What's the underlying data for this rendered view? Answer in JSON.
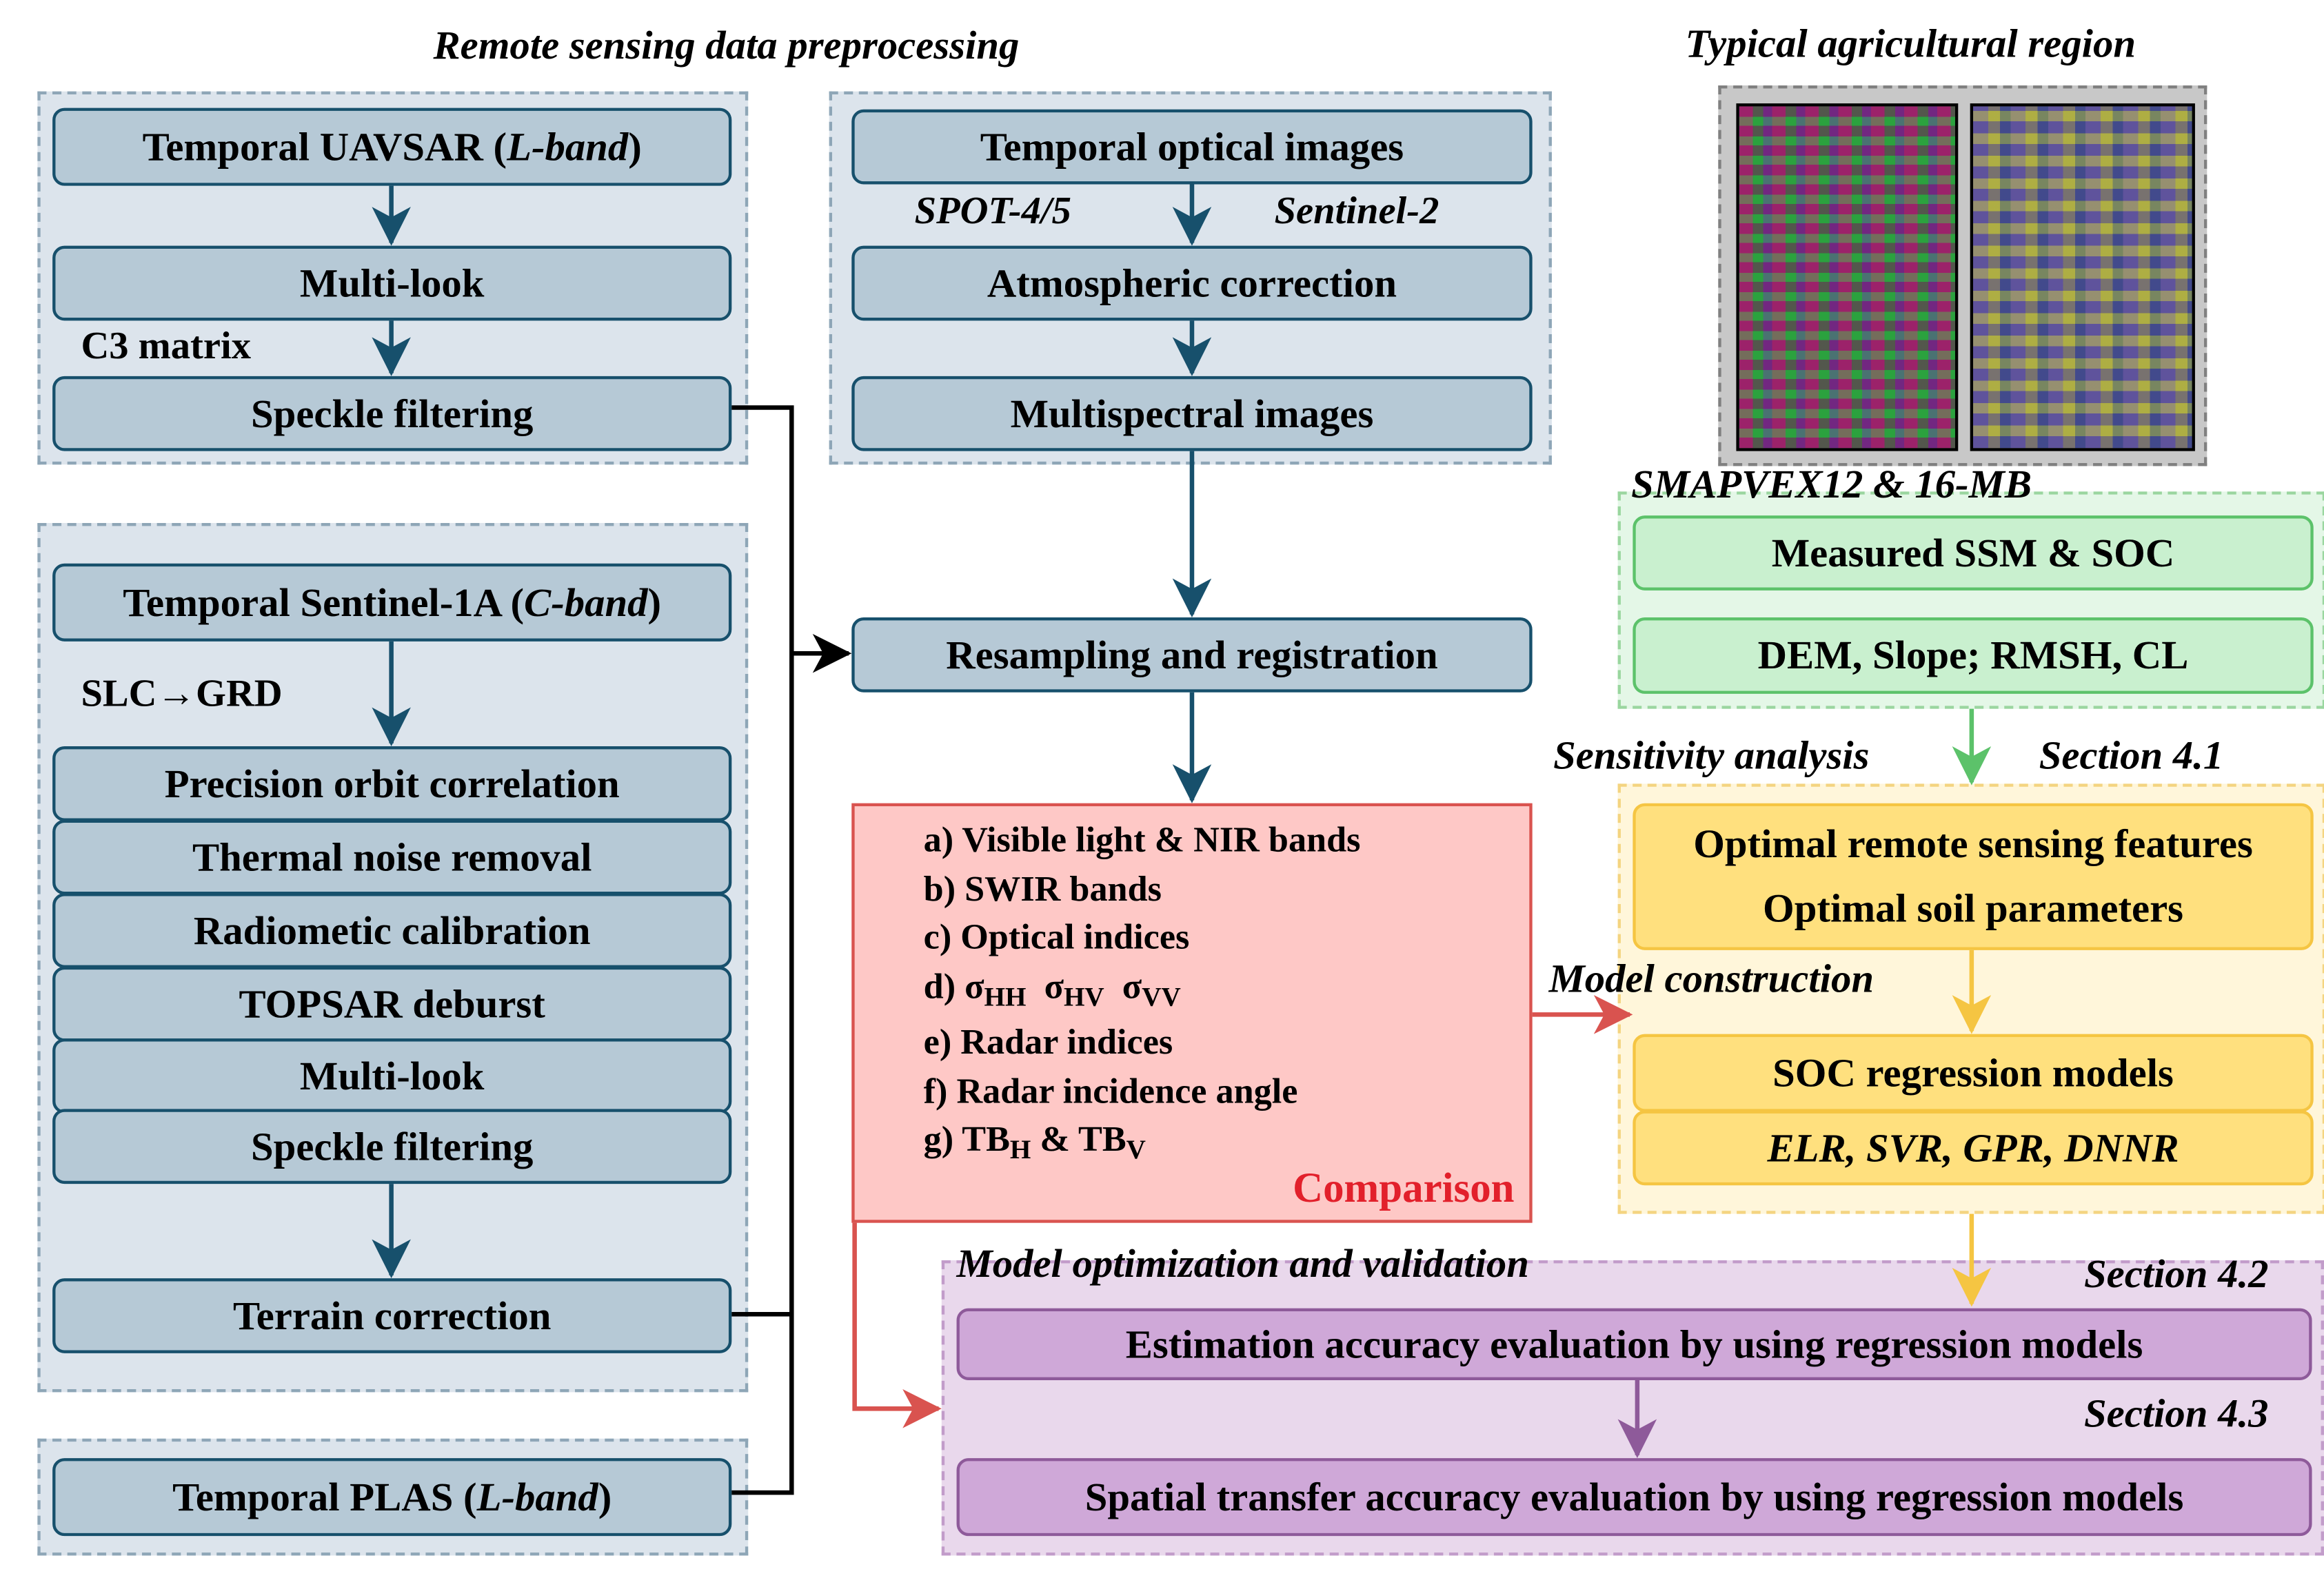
{
  "titles": {
    "preprocessing": "Remote sensing data preprocessing",
    "agri_region": "Typical agricultural region",
    "smapvex": "SMAPVEX12 & 16-MB",
    "sensitivity": "Sensitivity analysis",
    "section_41": "Section 4.1",
    "model_construction": "Model construction",
    "optimization": "Model optimization and validation",
    "section_42": "Section 4.2",
    "section_43": "Section 4.3"
  },
  "uavsar": {
    "temporal_prefix": "Temporal UAVSAR (",
    "band": "L-band",
    "temporal_suffix": ")",
    "multilook": "Multi-look",
    "c3": "C3 matrix",
    "speckle": "Speckle filtering"
  },
  "optical": {
    "temporal": "Temporal optical images",
    "spot": "SPOT-4/5",
    "sentinel2": "Sentinel-2",
    "atmos": "Atmospheric correction",
    "multispectral": "Multispectral images"
  },
  "sentinel1": {
    "temporal_prefix": "Temporal Sentinel-1A (",
    "band": "C-band",
    "temporal_suffix": ")",
    "slc": "SLC→GRD",
    "steps": [
      "Precision orbit correlation",
      "Thermal noise removal",
      "Radiometic calibration",
      "TOPSAR deburst",
      "Multi-look",
      "Speckle filtering"
    ],
    "terrain": "Terrain correction"
  },
  "plas": {
    "temporal_prefix": "Temporal PLAS (",
    "band": "L-band",
    "temporal_suffix": ")"
  },
  "resampling": "Resampling and registration",
  "measured": {
    "ssm": "Measured SSM & SOC",
    "dem": "DEM, Slope; RMSH, CL"
  },
  "optimal": {
    "features": "Optimal remote sensing features",
    "soil": "Optimal soil parameters"
  },
  "soc": {
    "models": "SOC regression models",
    "list": "ELR, SVR, GPR, DNNR"
  },
  "comparison": {
    "a": "a) Visible light & NIR bands",
    "b": "b) SWIR bands",
    "c": "c) Optical indices",
    "d_prefix": "d) ",
    "sigma": "σ",
    "hh": "HH",
    "hv": "HV",
    "vv": "VV",
    "e": "e) Radar indices",
    "f": "f) Radar incidence angle",
    "g_prefix": "g) TB",
    "h": "H",
    "amp": " & TB",
    "v": "V",
    "word": "Comparison"
  },
  "evaluation": {
    "estimation": "Estimation accuracy evaluation by using regression models",
    "spatial": "Spatial transfer accuracy evaluation by using regression models"
  },
  "colors": {
    "blue_box": "#b6c9d6",
    "blue_border": "#17506c",
    "red": "#d9534f",
    "green": "#5cc26a",
    "yellow": "#f5c542",
    "purple": "#8e5a9a"
  }
}
